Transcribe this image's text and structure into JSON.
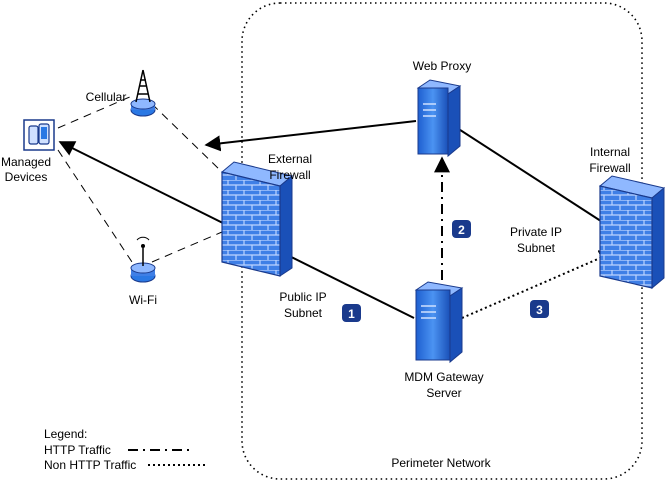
{
  "labels": {
    "perimeter": "Perimeter Network",
    "web_proxy": "Web Proxy",
    "cellular": "Cellular",
    "managed_1": "Managed",
    "managed_2": "Devices",
    "wifi": "Wi-Fi",
    "ext_fw_1": "External",
    "ext_fw_2": "Firewall",
    "int_fw_1": "Internal",
    "int_fw_2": "Firewall",
    "private_1": "Private IP",
    "private_2": "Subnet",
    "public_1": "Public IP",
    "public_2": "Subnet",
    "mdm_1": "MDM Gateway",
    "mdm_2": "Server"
  },
  "badges": [
    "1",
    "2",
    "3"
  ],
  "legend": {
    "title": "Legend:",
    "http": "HTTP Traffic",
    "non_http": "Non HTTP Traffic"
  },
  "colors": {
    "badge": "#1a3a8c",
    "firewall": "#2f6fe0",
    "server": "#2a78e4",
    "line": "#000000"
  }
}
